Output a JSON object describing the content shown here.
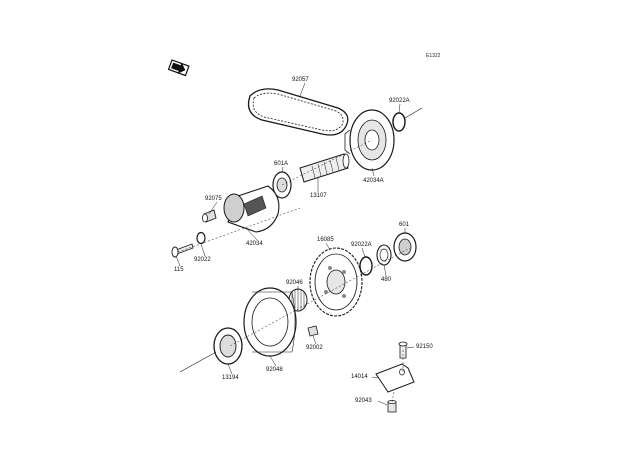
{
  "ref_code": "E1322",
  "parts": [
    {
      "id": "92057"
    },
    {
      "id": "92022A"
    },
    {
      "id": "601A"
    },
    {
      "id": "13107"
    },
    {
      "id": "42034A"
    },
    {
      "id": "92075"
    },
    {
      "id": "42034"
    },
    {
      "id": "115"
    },
    {
      "id": "92022"
    },
    {
      "id": "16085"
    },
    {
      "id": "92022A"
    },
    {
      "id": "601"
    },
    {
      "id": "480"
    },
    {
      "id": "92046"
    },
    {
      "id": "92002"
    },
    {
      "id": "92048"
    },
    {
      "id": "13194"
    },
    {
      "id": "92150"
    },
    {
      "id": "14014"
    },
    {
      "id": "92043"
    }
  ],
  "colors": {
    "line": "#1a1a1a",
    "fill": "#ffffff",
    "shade": "#cfcfcf",
    "dark": "#555555"
  },
  "icons": {
    "front_arrow": "front-direction-icon"
  }
}
